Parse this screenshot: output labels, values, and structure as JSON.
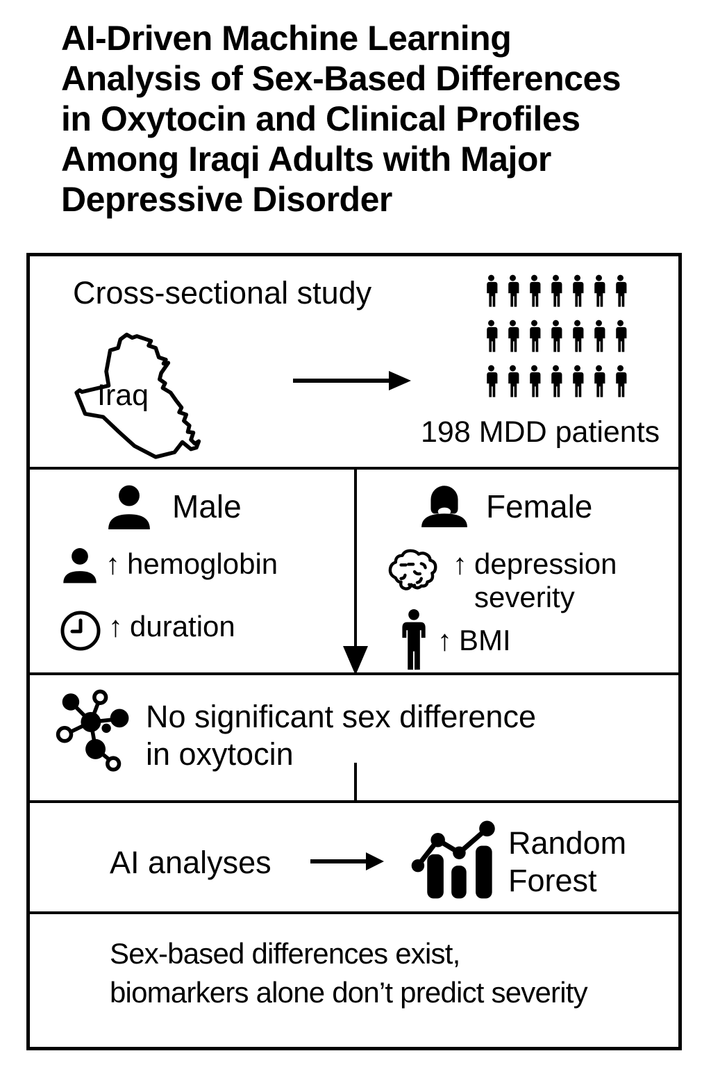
{
  "title": {
    "lines": [
      "AI-Driven Machine Learning",
      "Analysis of Sex-Based Differences",
      "in Oxytocin and Clinical Profiles",
      "Among Iraqi Adults with Major",
      "Depressive Disorder"
    ]
  },
  "study": {
    "label": "Cross-sectional study",
    "country": "Iraq",
    "map_icon": "iraq-map-outline",
    "arrow_icon": "right-arrow",
    "patients_icon": "person-pictogram",
    "patients_grid": {
      "rows": 3,
      "cols": 7
    },
    "patients_caption": "198 MDD patients"
  },
  "male_panel": {
    "header": "Male",
    "header_icon": "male-bust-icon",
    "rows": [
      {
        "icon": "person-bust-icon",
        "arrow": "↑",
        "label": "hemoglobin"
      },
      {
        "icon": "clock-icon",
        "arrow": "↑",
        "label": "duration"
      }
    ]
  },
  "female_panel": {
    "header": "Female",
    "header_icon": "female-bust-icon",
    "rows": [
      {
        "icon": "brain-icon",
        "arrow": "↑",
        "label": "depression severity"
      },
      {
        "icon": "body-icon",
        "arrow": "↑",
        "label": "BMI"
      }
    ]
  },
  "oxytocin_finding": {
    "icon": "molecule-icon",
    "lines": [
      "No significant sex difference",
      "in oxytocin"
    ]
  },
  "ai_analysis": {
    "label": "AI analyses",
    "arrow_icon": "right-arrow",
    "result_icon": "forest-chart-icon",
    "result_lines": [
      "Random",
      "Forest"
    ]
  },
  "conclusion": {
    "lines": [
      "Sex-based differences exist,",
      "biomarkers alone don’t predict severity"
    ]
  },
  "colors": {
    "foreground": "#000000",
    "background": "#ffffff"
  }
}
